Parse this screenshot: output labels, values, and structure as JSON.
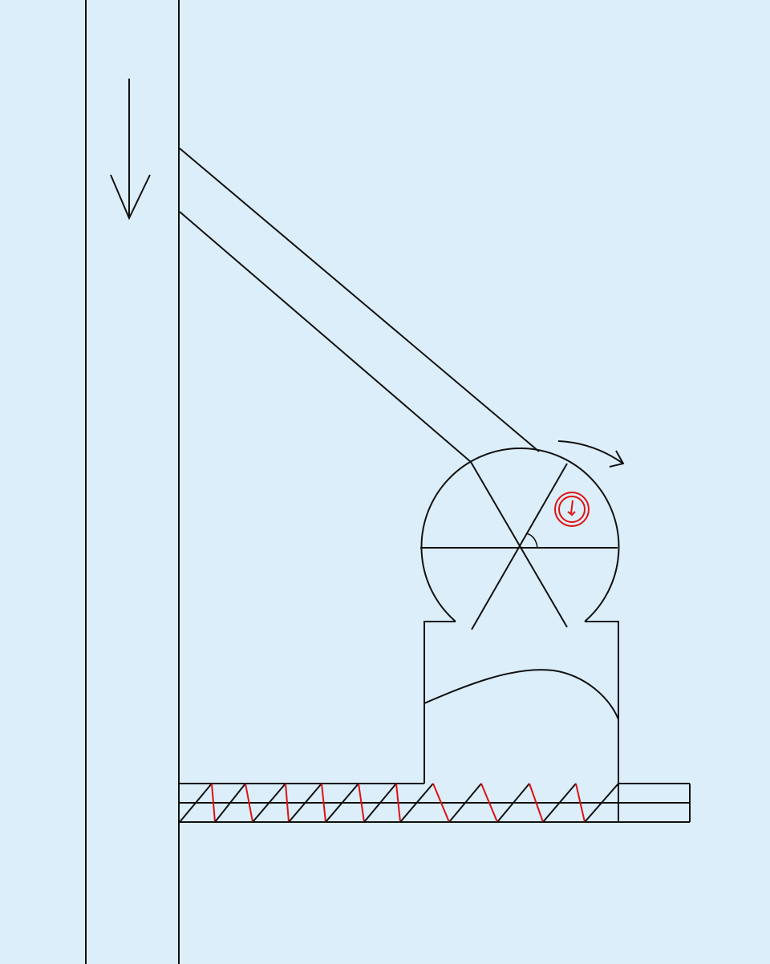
{
  "diagram": {
    "background": "#dbeef9",
    "line_color": "#111111",
    "accent_color": "#e01010",
    "elements": [
      "vertical-pipe",
      "flow-direction-arrow",
      "inclined-chute",
      "rotary-valve",
      "rotation-arrow",
      "sensor-icon",
      "screw-conveyor"
    ]
  }
}
